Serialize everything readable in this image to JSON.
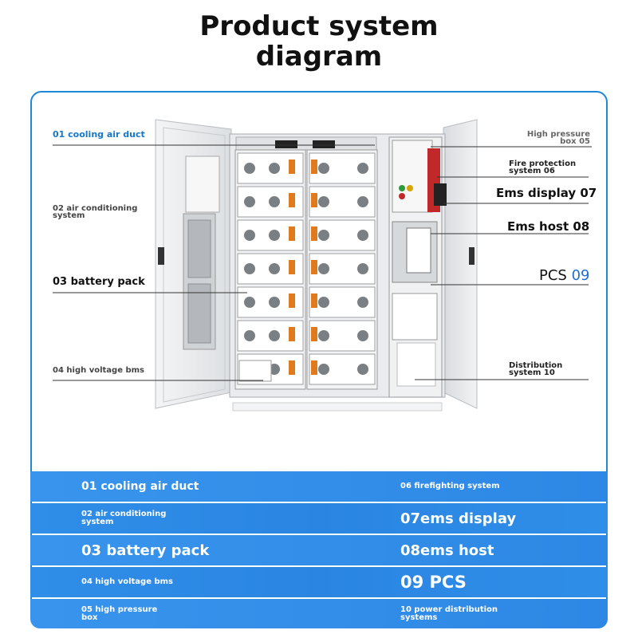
{
  "title_line1": "Product system",
  "title_line2": "diagram",
  "callouts": {
    "cooling_air_duct": "01 cooling air duct",
    "air_conditioning": "02 air conditioning system",
    "battery_pack": "03 battery pack",
    "high_voltage_bms": "04 high voltage bms",
    "high_pressure_box": "High pressure box 05",
    "fire_protection": "Fire protection system 06",
    "ems_display": "Ems display 07",
    "ems_host": "Ems host 08",
    "pcs_label": "PCS",
    "pcs_number": "09",
    "distribution": "Distribution system 10"
  },
  "legend": [
    {
      "left": "01 cooling air duct",
      "right": "06 firefighting system"
    },
    {
      "left": "02 air conditioning system",
      "right": "07ems display"
    },
    {
      "left": "03 battery pack",
      "right": "08ems host"
    },
    {
      "left": "04 high voltage bms",
      "right": "09 PCS"
    },
    {
      "left": "05 high pressure box",
      "right": "10 power distribution systems"
    }
  ],
  "colors": {
    "accent_blue": "#1e88d6",
    "legend_blue": "#2f8ee8",
    "fire_red": "#c0282a",
    "connector_orange": "#e07a1e",
    "cabinet_grey": "#e9ebee"
  }
}
